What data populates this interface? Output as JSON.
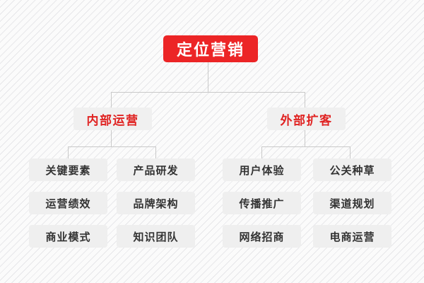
{
  "diagram": {
    "type": "organizational-tree",
    "colors": {
      "root_fill": "#ec2526",
      "root_text": "#ffffff",
      "branch_fill": "#f0f0f0",
      "branch_text": "#e02322",
      "leaf_fill": "#efefef",
      "leaf_text": "#333333",
      "connector": "#c9c9c9",
      "background": "#fbfbfb"
    },
    "root": {
      "label": "定位营销"
    },
    "branches": [
      {
        "label": "内部运营",
        "leaves": [
          {
            "label": "关键要素"
          },
          {
            "label": "产品研发"
          },
          {
            "label": "运营绩效"
          },
          {
            "label": "品牌架构"
          },
          {
            "label": "商业模式"
          },
          {
            "label": "知识团队"
          }
        ]
      },
      {
        "label": "外部扩客",
        "leaves": [
          {
            "label": "用户体验"
          },
          {
            "label": "公关种草"
          },
          {
            "label": "传播推广"
          },
          {
            "label": "渠道规划"
          },
          {
            "label": "网络招商"
          },
          {
            "label": "电商运营"
          }
        ]
      }
    ]
  }
}
